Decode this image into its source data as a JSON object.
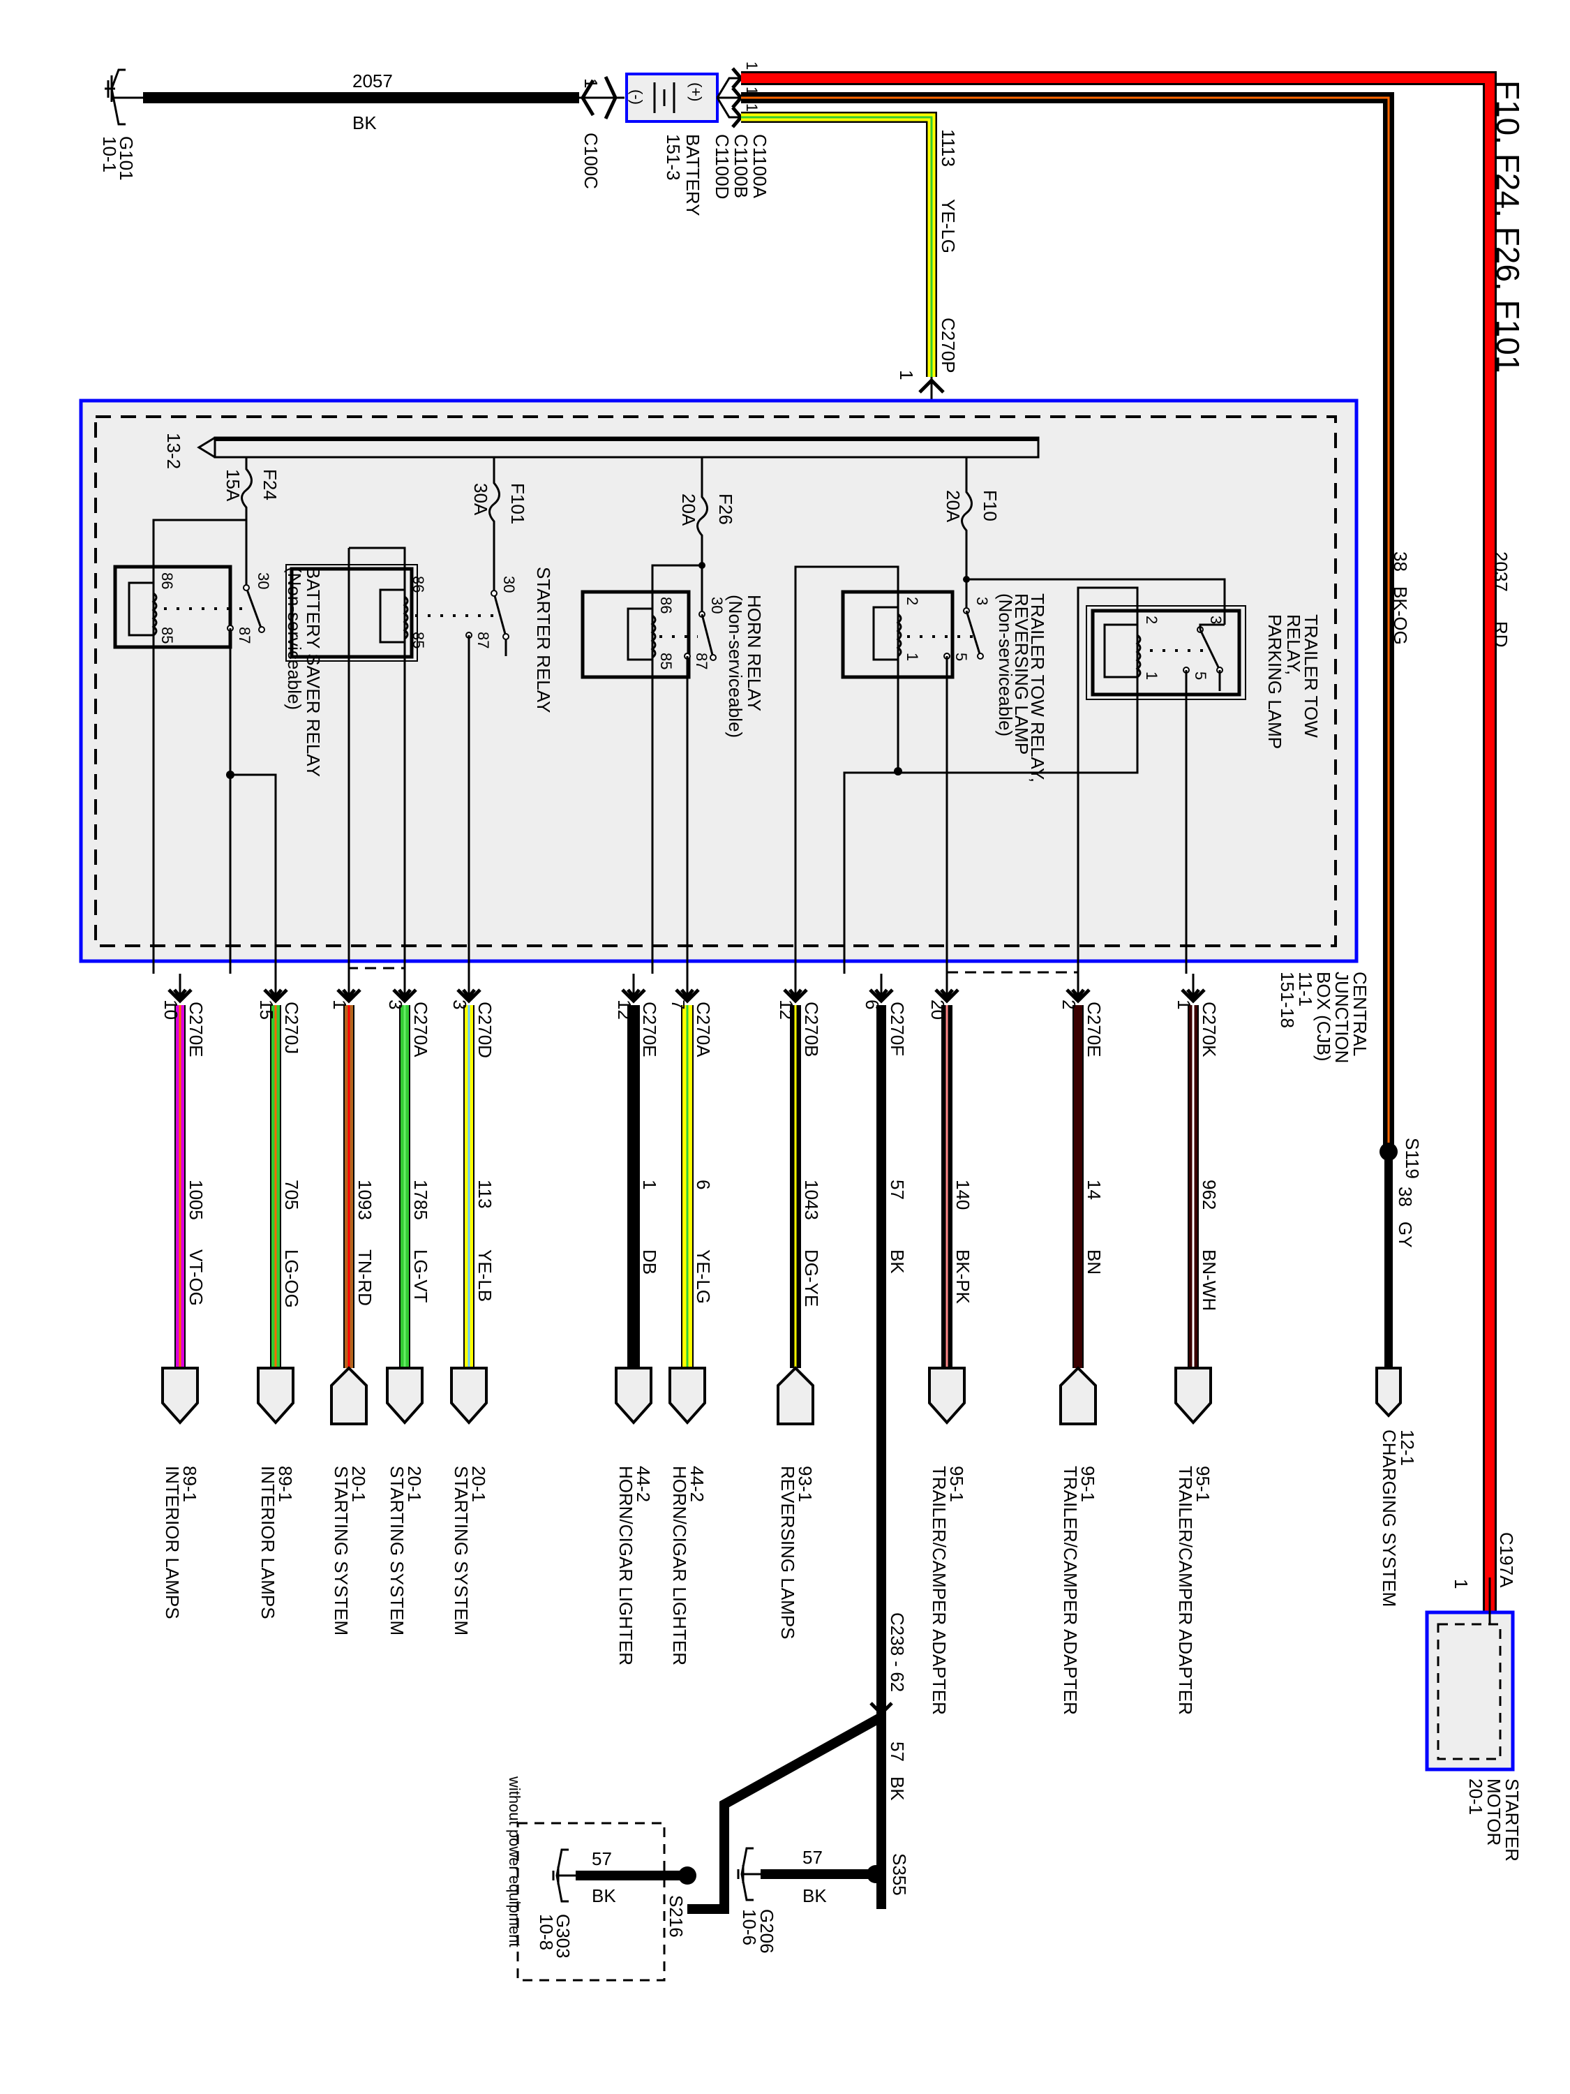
{
  "title": "F10, F24, F26, F101",
  "ground_top": {
    "id": "G101",
    "page": "10-1",
    "wire_num": "2057",
    "wire_color": "BK",
    "connector": "C100C",
    "pin": "1"
  },
  "battery": {
    "name": "BATTERY",
    "page": "151-3",
    "neg": "(-)",
    "pos": "(+)"
  },
  "battery_connectors": [
    {
      "id": "C1100A",
      "pin": "1"
    },
    {
      "id": "C1100B",
      "pin": "1"
    },
    {
      "id": "C1100D",
      "pin": "1"
    }
  ],
  "feed_wire": {
    "num": "1113",
    "color": "YE-LG",
    "connector": "C270P",
    "pin": "1"
  },
  "wire_2037": {
    "num": "2037",
    "color": "RD"
  },
  "wire_38_top": {
    "num": "38",
    "color": "BK-OG"
  },
  "wire_38_bot": {
    "num": "38",
    "color": "GY"
  },
  "splice_s119": "S119",
  "cjb": {
    "line1": "CENTRAL",
    "line2": "JUNCTION",
    "line3": "BOX (CJB)",
    "page1": "11-1",
    "page2": "151-18",
    "bus_ref": "13-2"
  },
  "fuses": [
    {
      "id": "F24",
      "rating": "15A"
    },
    {
      "id": "F101",
      "rating": "30A"
    },
    {
      "id": "F26",
      "rating": "20A"
    },
    {
      "id": "F10",
      "rating": "20A"
    }
  ],
  "relays": [
    {
      "name": "BATTERY SAVER RELAY",
      "note": "(Non-serviceable)",
      "pins": [
        "30",
        "86",
        "85",
        "87"
      ]
    },
    {
      "name": "STARTER RELAY",
      "note": "",
      "pins": [
        "30",
        "86",
        "85",
        "87"
      ]
    },
    {
      "name": "HORN RELAY",
      "note": "(Non-serviceable)",
      "pins": [
        "30",
        "86",
        "85",
        "87"
      ]
    },
    {
      "name_l1": "TRAILER TOW RELAY,",
      "name_l2": "REVERSING LAMP",
      "note": "(Non-serviceable)",
      "pins": [
        "3",
        "2",
        "1",
        "5"
      ]
    },
    {
      "name_l1": "TRAILER TOW",
      "name_l2": "RELAY,",
      "name_l3": "PARKING LAMP",
      "pins": [
        "3",
        "2",
        "1",
        "5"
      ]
    }
  ],
  "circuits": [
    {
      "connector": "C270E",
      "pin": "10",
      "num": "1005",
      "color": "VT-OG",
      "dest_page": "89-1",
      "dest": "INTERIOR LAMPS"
    },
    {
      "connector": "C270J",
      "pin": "15",
      "num": "705",
      "color": "LG-OG",
      "dest_page": "89-1",
      "dest": "INTERIOR LAMPS"
    },
    {
      "connector": "",
      "pin": "1",
      "num": "1093",
      "color": "TN-RD",
      "dest_page": "20-1",
      "dest": "STARTING SYSTEM"
    },
    {
      "connector": "C270A",
      "pin": "3",
      "num": "1785",
      "color": "LG-VT",
      "dest_page": "20-1",
      "dest": "STARTING SYSTEM"
    },
    {
      "connector": "C270D",
      "pin": "3",
      "num": "113",
      "color": "YE-LB",
      "dest_page": "20-1",
      "dest": "STARTING SYSTEM"
    },
    {
      "connector": "C270E",
      "pin": "12",
      "num": "1",
      "color": "DB",
      "dest_page": "44-2",
      "dest": "HORN/CIGAR LIGHTER"
    },
    {
      "connector": "C270A",
      "pin": "7",
      "num": "6",
      "color": "YE-LG",
      "dest_page": "44-2",
      "dest": "HORN/CIGAR LIGHTER"
    },
    {
      "connector": "C270B",
      "pin": "12",
      "num": "1043",
      "color": "DG-YE",
      "dest_page": "93-1",
      "dest": "REVERSING LAMPS"
    },
    {
      "connector": "C270F",
      "pin": "6",
      "num": "57",
      "color": "BK",
      "dest_page": "",
      "dest": ""
    },
    {
      "connector": "",
      "pin": "20",
      "num": "140",
      "color": "BK-PK",
      "dest_page": "95-1",
      "dest": "TRAILER/CAMPER ADAPTER"
    },
    {
      "connector": "C270E",
      "pin": "2",
      "num": "14",
      "color": "BN",
      "dest_page": "95-1",
      "dest": "TRAILER/CAMPER ADAPTER"
    },
    {
      "connector": "C270K",
      "pin": "1",
      "num": "962",
      "color": "BN-WH",
      "dest_page": "95-1",
      "dest": "TRAILER/CAMPER ADAPTER"
    }
  ],
  "charging": {
    "page": "12-1",
    "dest": "CHARGING SYSTEM"
  },
  "starter_motor": {
    "connector": "C197A",
    "pin": "1",
    "l1": "STARTER",
    "l2": "MOTOR",
    "page": "20-1"
  },
  "ground_bottom": {
    "inline_connector": "C238 - 62",
    "wire_num": "57",
    "wire_color": "BK",
    "s355": "S355",
    "s216": "S216",
    "g206": "G206",
    "g206_page": "10-6",
    "g303": "G303",
    "g303_page": "10-8",
    "note": "without power equipment"
  },
  "colors": {
    "red": "#ff0000",
    "black": "#000000",
    "orange": "#ff6600",
    "yellow": "#ffff00",
    "green": "#33cc33",
    "violet": "#dd00dd",
    "tan": "#b5651d",
    "lightblue": "#66ccff",
    "brown": "#3a0000",
    "pink": "#ff8888",
    "box_blue": "#0000ff",
    "box_fill": "#eeeeee"
  }
}
